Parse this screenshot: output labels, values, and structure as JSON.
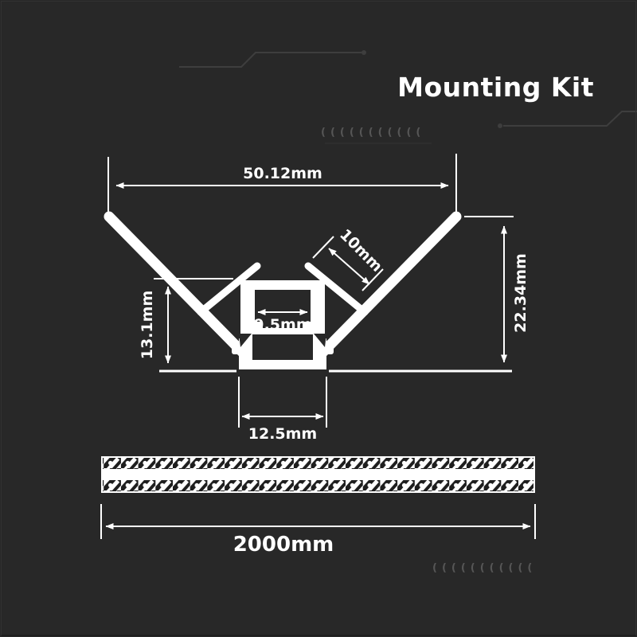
{
  "header": {
    "title": "Mounting Kit"
  },
  "colors": {
    "background": "#282828",
    "drawing": "#ffffff",
    "circuit_trace": "#3e3e3e",
    "chevron": "#565656",
    "hatch_dark": "#1e1e1e"
  },
  "diagram": {
    "type": "technical-drawing",
    "labels": {
      "top_width": "50.12mm",
      "wing_width": "10mm",
      "left_depth": "13.1mm",
      "inner_width": "9.5mm",
      "right_height": "22.34mm",
      "base_width": "12.5mm",
      "profile_length": "2000mm"
    }
  },
  "decor": {
    "chevron_row": "((((((((((("
  }
}
